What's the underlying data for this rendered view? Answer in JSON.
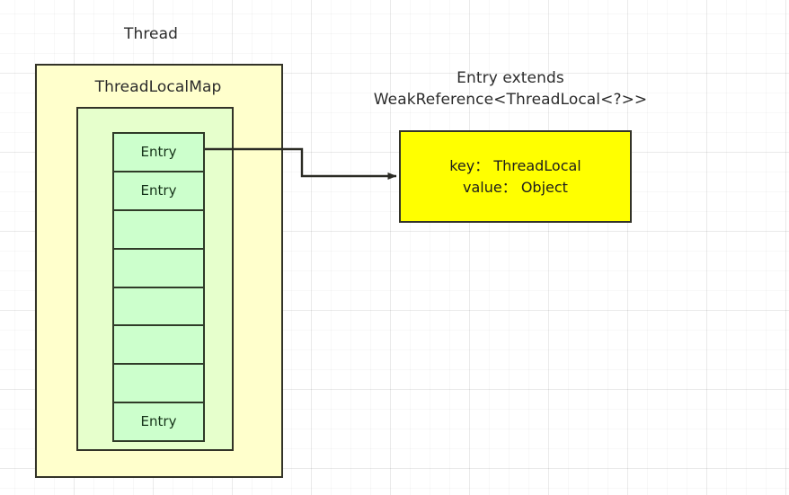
{
  "diagram": {
    "title_thread": "Thread",
    "title_map": "ThreadLocalMap",
    "entry_class_label": "Entry extends\nWeakReference<ThreadLocal<?>>",
    "entry_detail": "key： ThreadLocal\nvalue： Object",
    "entry_cells": [
      {
        "label": "Entry"
      },
      {
        "label": "Entry"
      },
      {
        "label": ""
      },
      {
        "label": ""
      },
      {
        "label": ""
      },
      {
        "label": ""
      },
      {
        "label": ""
      },
      {
        "label": "Entry"
      }
    ],
    "colors": {
      "thread_box_fill": "#ffffcc",
      "map_box_fill": "#e6ffcc",
      "entry_cell_fill": "#ccffcc",
      "entry_detail_fill": "#ffff00",
      "stroke": "#333328",
      "text": "#2b2b2b",
      "grid_line": "#ededed",
      "background": "#ffffff"
    },
    "connector": {
      "description": "elbow-arrow-from-first-entry-to-entry-detail",
      "from": "entry-cell-0",
      "to": "entry-detail-box"
    }
  }
}
